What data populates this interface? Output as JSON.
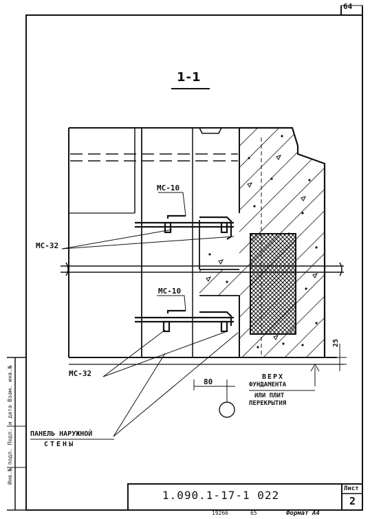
{
  "drawing": {
    "section_title": "1-1",
    "sheet_number": "64",
    "labels": {
      "mc10_upper": "МС-10",
      "mc10_lower": "МС-10",
      "mc32_upper": "МС-32",
      "mc32_lower": "МС-32",
      "dim_25": "25",
      "dim_80": "80",
      "top_foundation_line1": "ВЕРХ",
      "top_foundation_line2": "ФУНДАМЕНТА",
      "top_foundation_line3": "ИЛИ ПЛИТ",
      "top_foundation_line4": "ПЕРЕКРЫТИЯ",
      "panel_line1": "ПАНЕЛЬ НАРУЖНОЙ",
      "panel_line2": "СТЕНЫ"
    }
  },
  "title_block": {
    "code": "1.090.1-17-1 022",
    "list_label": "Лист",
    "list_value": "2"
  },
  "footer": {
    "inventory": "19266",
    "number": "65",
    "format": "Формат А4"
  },
  "side_stamp": "Инв.№ подл.  Подп. и дата  Взам. инв.№",
  "colors": {
    "ink": "#111111",
    "paper": "#ffffff"
  }
}
